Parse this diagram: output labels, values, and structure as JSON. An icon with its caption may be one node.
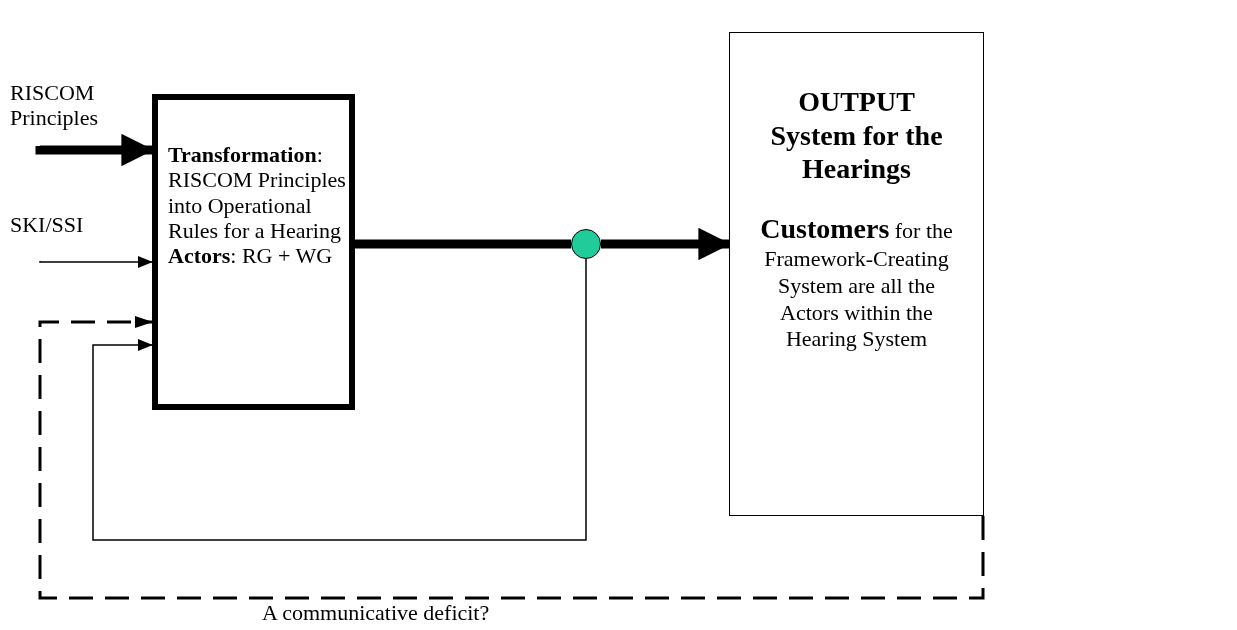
{
  "diagram": {
    "nodes": [
      {
        "text": [
          "RISCOM Principles"
        ]
      },
      {
        "text": [
          "**Transformation**: RISCOM Principles into Operational Rules for a Hearing",
          "**Actors**: RG + WG"
        ]
      },
      {
        "text": [
          "SKI/SSI"
        ]
      },
      {
        "text": [],
        "shape": "circle"
      },
      {
        "text": [
          "OUTPUT",
          "System for the Hearings",
          "**Customers** for the Framework-Creating System are all the Actors within the Hearing System"
        ]
      }
    ],
    "edges": [
      {
        "from": 0,
        "to": 1,
        "arrow": "to",
        "style": "thick"
      },
      {
        "from": 2,
        "to": 1,
        "arrow": "to"
      },
      {
        "from": 1,
        "to": 3,
        "arrow": "none",
        "style": "thick"
      },
      {
        "from": 3,
        "to": 4,
        "arrow": "to",
        "style": "thick"
      },
      {
        "from": 3,
        "to": 1,
        "arrow": "to"
      },
      {
        "from": 4,
        "to": 1,
        "arrow": "to",
        "style": "dashed",
        "label": "A communicative deficit?"
      }
    ]
  }
}
